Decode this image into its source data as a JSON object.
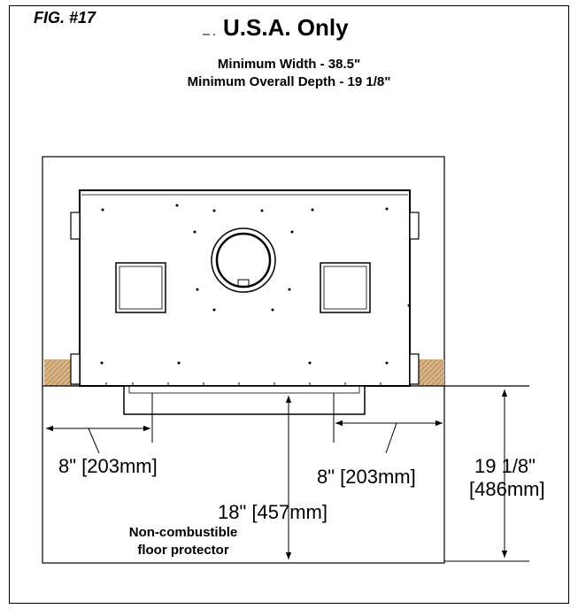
{
  "figure": {
    "fig_label": "FIG. #17",
    "title": "U.S.A. Only",
    "min_width": "Minimum Width - 38.5\"",
    "min_depth": "Minimum Overall Depth - 19 1/8\""
  },
  "dimensions": {
    "left_side": "8\" [203mm]",
    "right_side": "8\" [203mm]",
    "front": "18\" [457mm]",
    "depth_line1": "19 1/8\"",
    "depth_line2": "[486mm]"
  },
  "note": {
    "line1": "Non-combustible",
    "line2": "floor protector"
  },
  "colors": {
    "line": "#000000",
    "hatch": "#c9a274"
  }
}
